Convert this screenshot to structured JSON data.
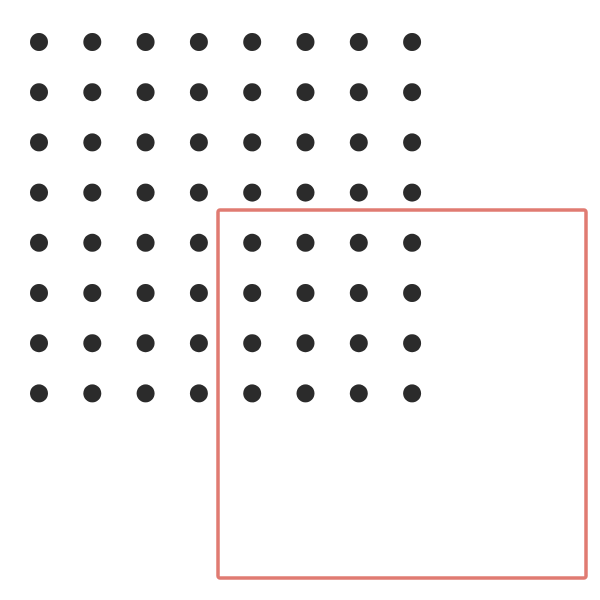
{
  "dot_grid": {
    "rows": 8,
    "columns": 8,
    "color": "#2b2b2b"
  },
  "overlay_box": {
    "stroke_color": "#e07b72",
    "fill": "none"
  },
  "colors": {
    "background": "#ffffff"
  }
}
